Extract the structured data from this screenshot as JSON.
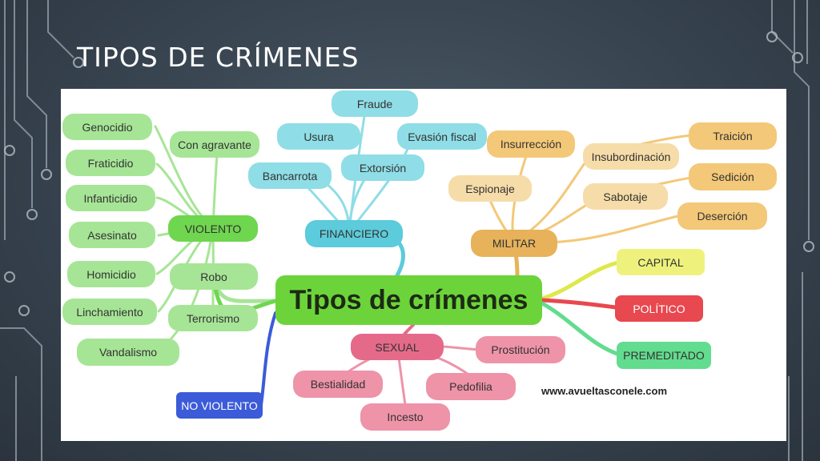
{
  "slide": {
    "title": "TIPOS DE CRÍMENES"
  },
  "colors": {
    "background": "#37434f",
    "violento": "#6fd64f",
    "financiero": "#5ccbdb",
    "militar": "#e7b25a",
    "sexual": "#e56a8a",
    "capital": "#eef27c",
    "politico": "#e8484f",
    "premeditado": "#62dc8e",
    "no_violento": "#3c5bd8"
  },
  "mindmap": {
    "root": "Tipos de crímenes",
    "violento": {
      "label": "VIOLENTO",
      "items": [
        "Genocidio",
        "Fraticidio",
        "Infanticidio",
        "Asesinato",
        "Homicidio",
        "Linchamiento",
        "Vandalismo",
        "Con agravante",
        "Robo",
        "Terrorismo"
      ]
    },
    "financiero": {
      "label": "FINANCIERO",
      "items": [
        "Fraude",
        "Usura",
        "Evasión fiscal",
        "Extorsión",
        "Bancarrota"
      ]
    },
    "militar": {
      "label": "MILITAR",
      "items": [
        "Insurrección",
        "Espionaje",
        "Insubordinación",
        "Sabotaje",
        "Traición",
        "Sedición",
        "Deserción"
      ]
    },
    "sexual": {
      "label": "SEXUAL",
      "items": [
        "Prostitución",
        "Bestialidad",
        "Pedofilia",
        "Incesto"
      ]
    },
    "capital": "CAPITAL",
    "politico": "POLÍTICO",
    "premeditado": "PREMEDITADO",
    "no_violento": "NO VIOLENTO",
    "source": "www.avueltasconele.com"
  }
}
